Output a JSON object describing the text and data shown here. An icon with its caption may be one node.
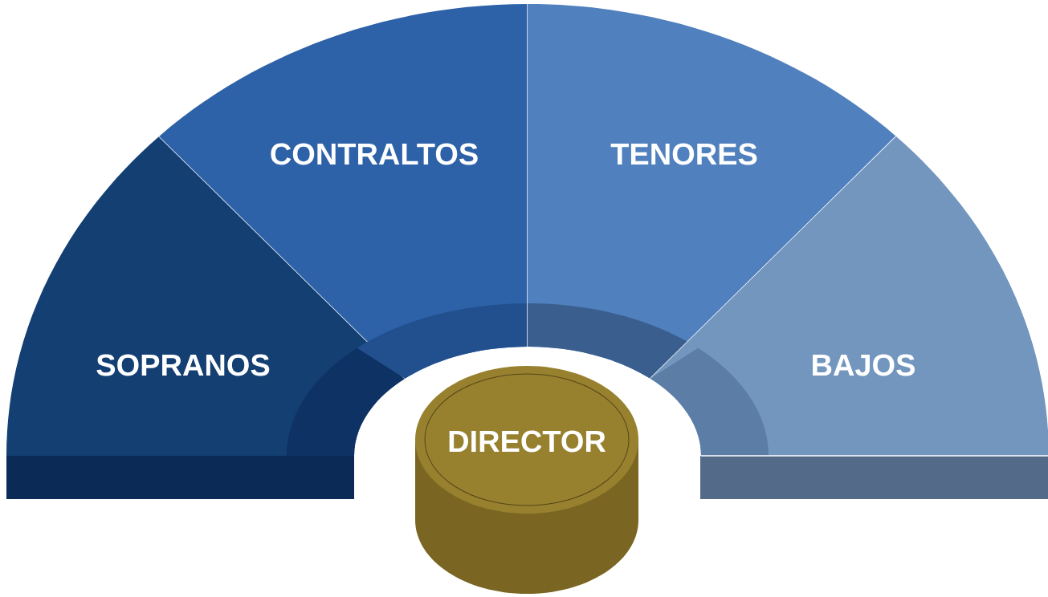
{
  "diagram": {
    "nodes": [
      {
        "text": [
          "SOPRANOS"
        ]
      },
      {
        "text": [
          "CONTRALTOS"
        ]
      },
      {
        "text": [
          "TENORES"
        ]
      },
      {
        "text": [
          "BAJOS"
        ]
      },
      {
        "text": [
          "DIRECTOR"
        ]
      }
    ]
  }
}
